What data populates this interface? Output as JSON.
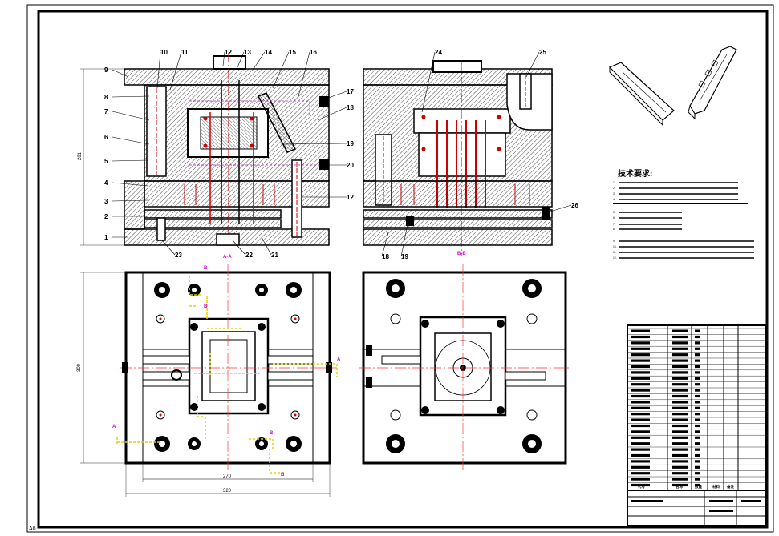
{
  "section_labels": {
    "front": [
      "1",
      "2",
      "3",
      "4",
      "5",
      "6",
      "7",
      "8",
      "9",
      "10",
      "11",
      "12",
      "13",
      "14",
      "15",
      "16",
      "17",
      "18",
      "19",
      "20",
      "12",
      "21",
      "22",
      "23"
    ],
    "side": [
      "24",
      "25",
      "26",
      "18",
      "19"
    ],
    "view_marks": [
      "A-A",
      "B-B"
    ]
  },
  "dimensions": {
    "height_front": "281",
    "height_plan": "300",
    "width_inner": "270",
    "width_outer": "320"
  },
  "technical_requirements": {
    "title": "技术要求:",
    "notes": [
      "1.",
      "2.",
      "3.",
      "4.",
      "5.",
      "6.",
      "7.",
      "8.",
      "9.",
      "10.",
      "11.",
      "12."
    ]
  },
  "title_block": {
    "headers": [
      "代号",
      "名称",
      "数量",
      "材料",
      "备注"
    ]
  },
  "corner": {
    "sheet_size": "A0"
  },
  "colors": {
    "section_red": "#cc0000",
    "hatch": "#000000",
    "gate_yellow": "#e8d000",
    "mark_magenta": "#cc00cc",
    "center_red": "#ff3333"
  }
}
